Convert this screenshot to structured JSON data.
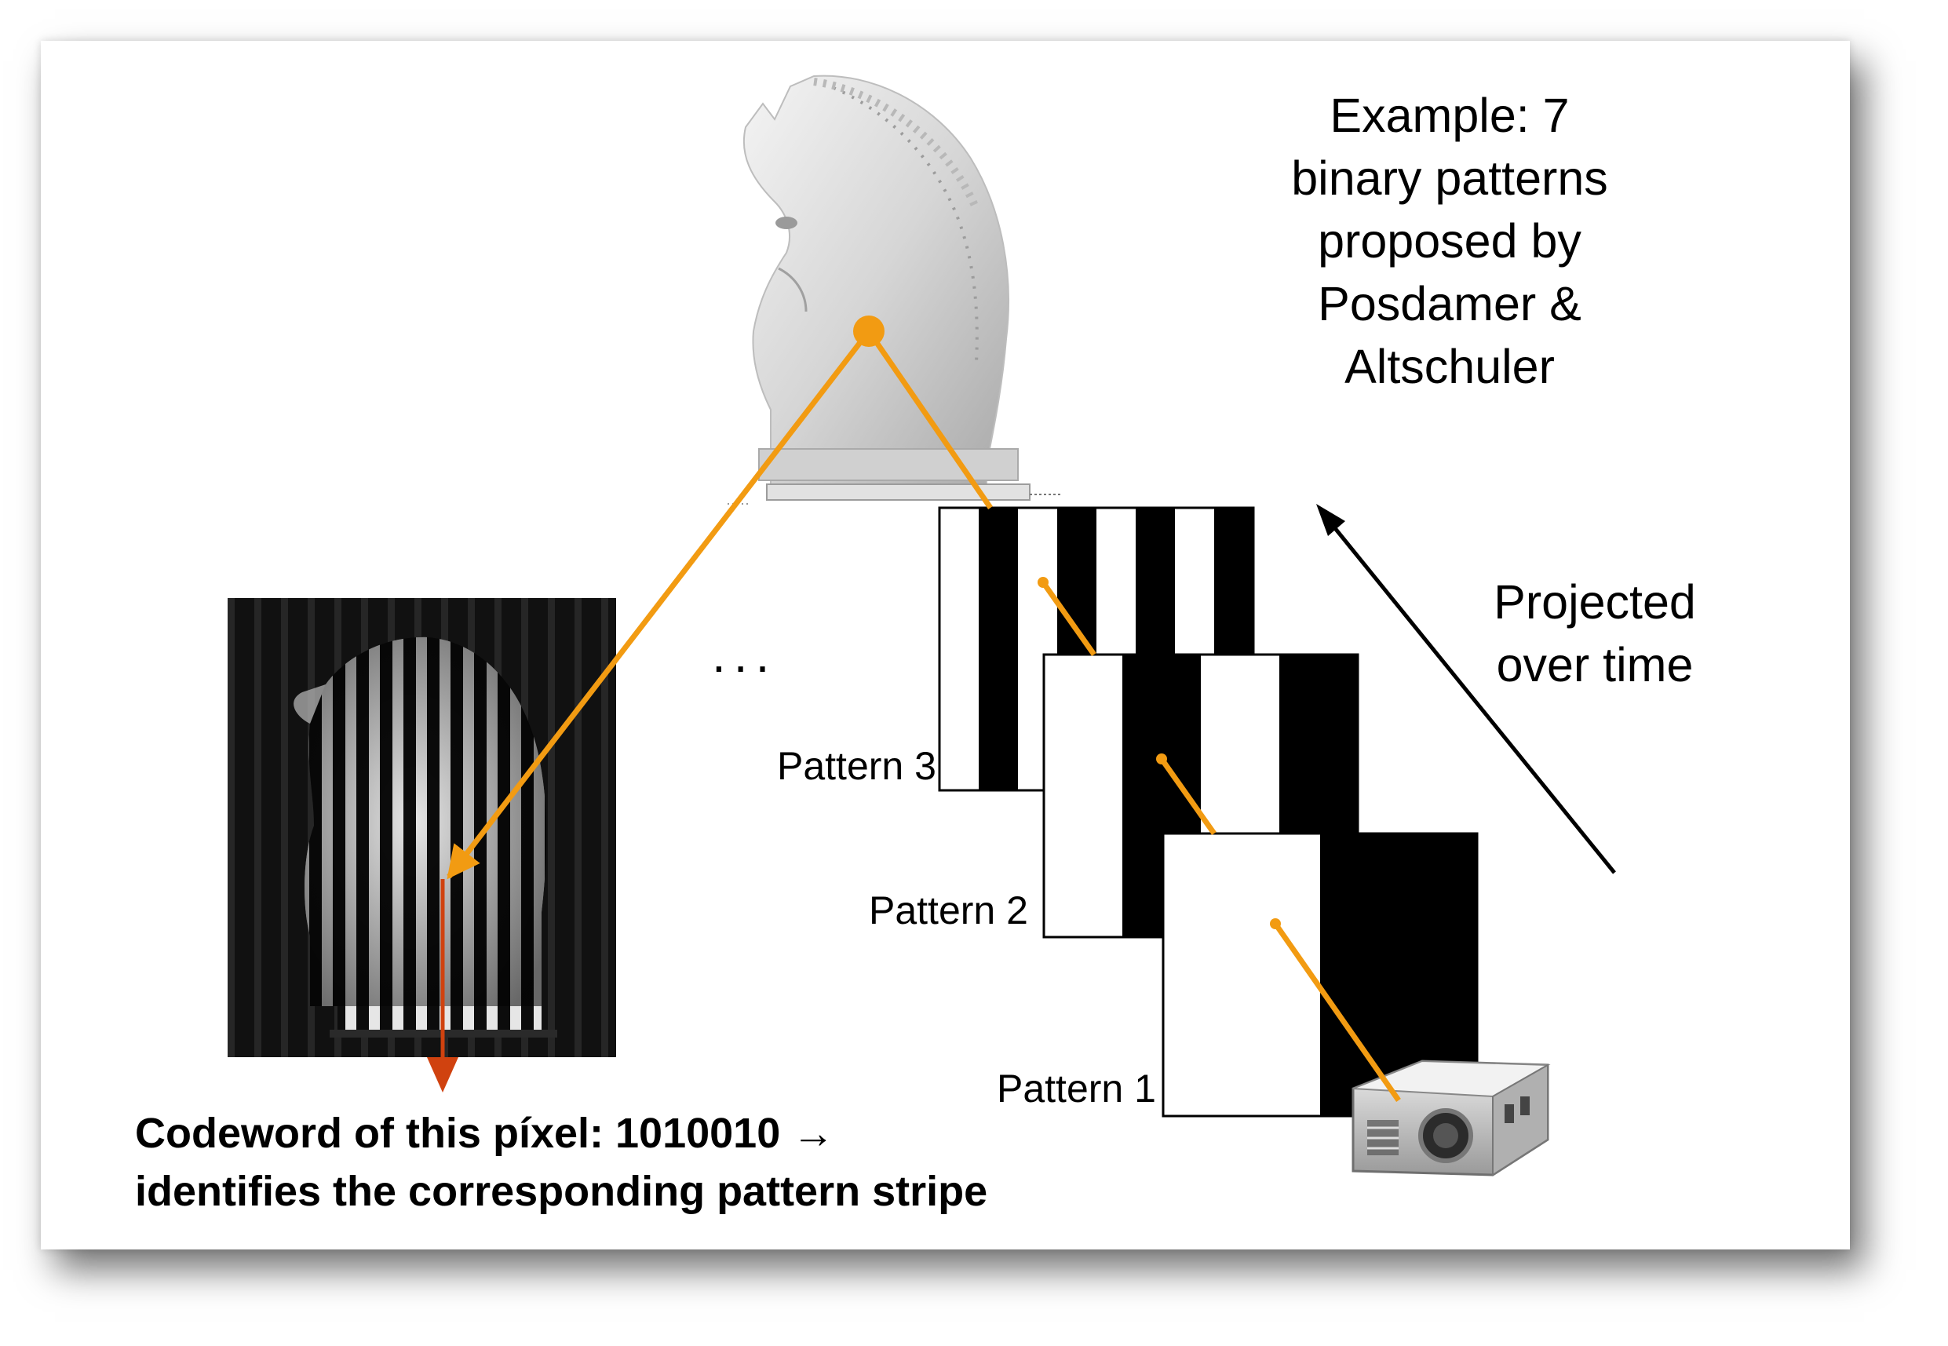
{
  "example_text": [
    "Example: 7",
    "binary patterns",
    "proposed by",
    "Posdamer &",
    "Altschuler"
  ],
  "projected_text": [
    "Projected",
    "over time"
  ],
  "patterns": {
    "pattern3": "Pattern 3",
    "pattern2": "Pattern 2",
    "pattern1": "Pattern 1"
  },
  "ellipsis": "...",
  "codeword": {
    "line1": "Codeword of this píxel: 1010010 →",
    "line2": "identifies the corresponding pattern stripe"
  },
  "colors": {
    "ray": "#f29b12",
    "codeword_arrow": "#d0420f",
    "stripe": "#000000",
    "background": "#ffffff"
  },
  "icons": {
    "object": "horse-head-sculpture-image",
    "captured": "striped-horse-camera-image",
    "projector": "projector-image"
  }
}
